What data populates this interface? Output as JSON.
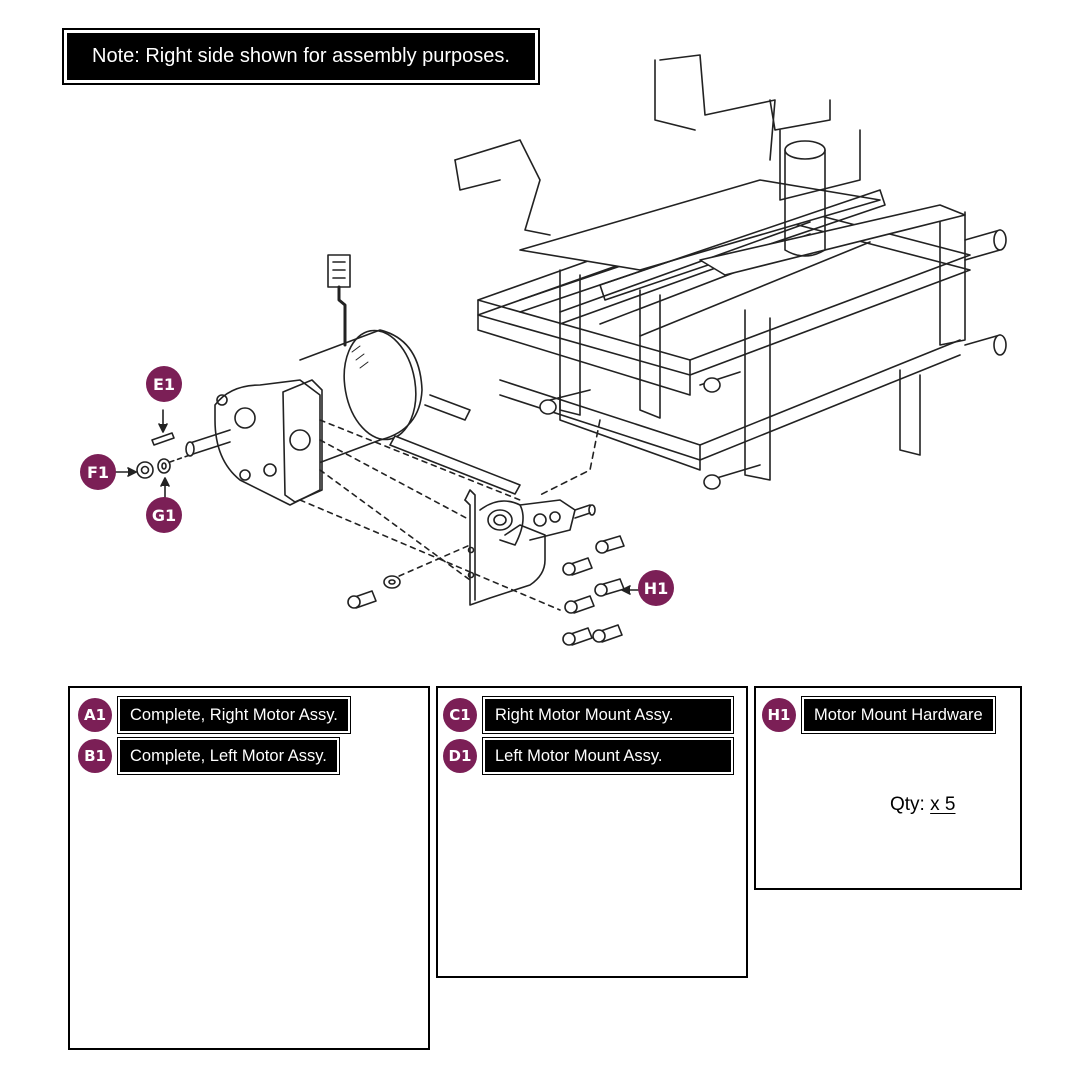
{
  "note": "Note: Right side shown for assembly purposes.",
  "callouts": {
    "e1": "E1",
    "f1": "F1",
    "g1": "G1",
    "h1": "H1"
  },
  "panels": {
    "motor": {
      "a1": {
        "code": "A1",
        "label": "Complete, Right Motor Assy."
      },
      "b1": {
        "code": "B1",
        "label": "Complete, Left Motor Assy."
      }
    },
    "mount": {
      "c1": {
        "code": "C1",
        "label": "Right Motor Mount Assy."
      },
      "d1": {
        "code": "D1",
        "label": "Left Motor Mount Assy."
      }
    },
    "hardware": {
      "h1": {
        "code": "H1",
        "label": "Motor Mount Hardware"
      },
      "qty_label": "Qty:",
      "qty_value": "x 5"
    }
  },
  "colors": {
    "callout": "#7b1f56",
    "ink": "#222222",
    "label_bg": "#000000",
    "label_text": "#ffffff"
  }
}
